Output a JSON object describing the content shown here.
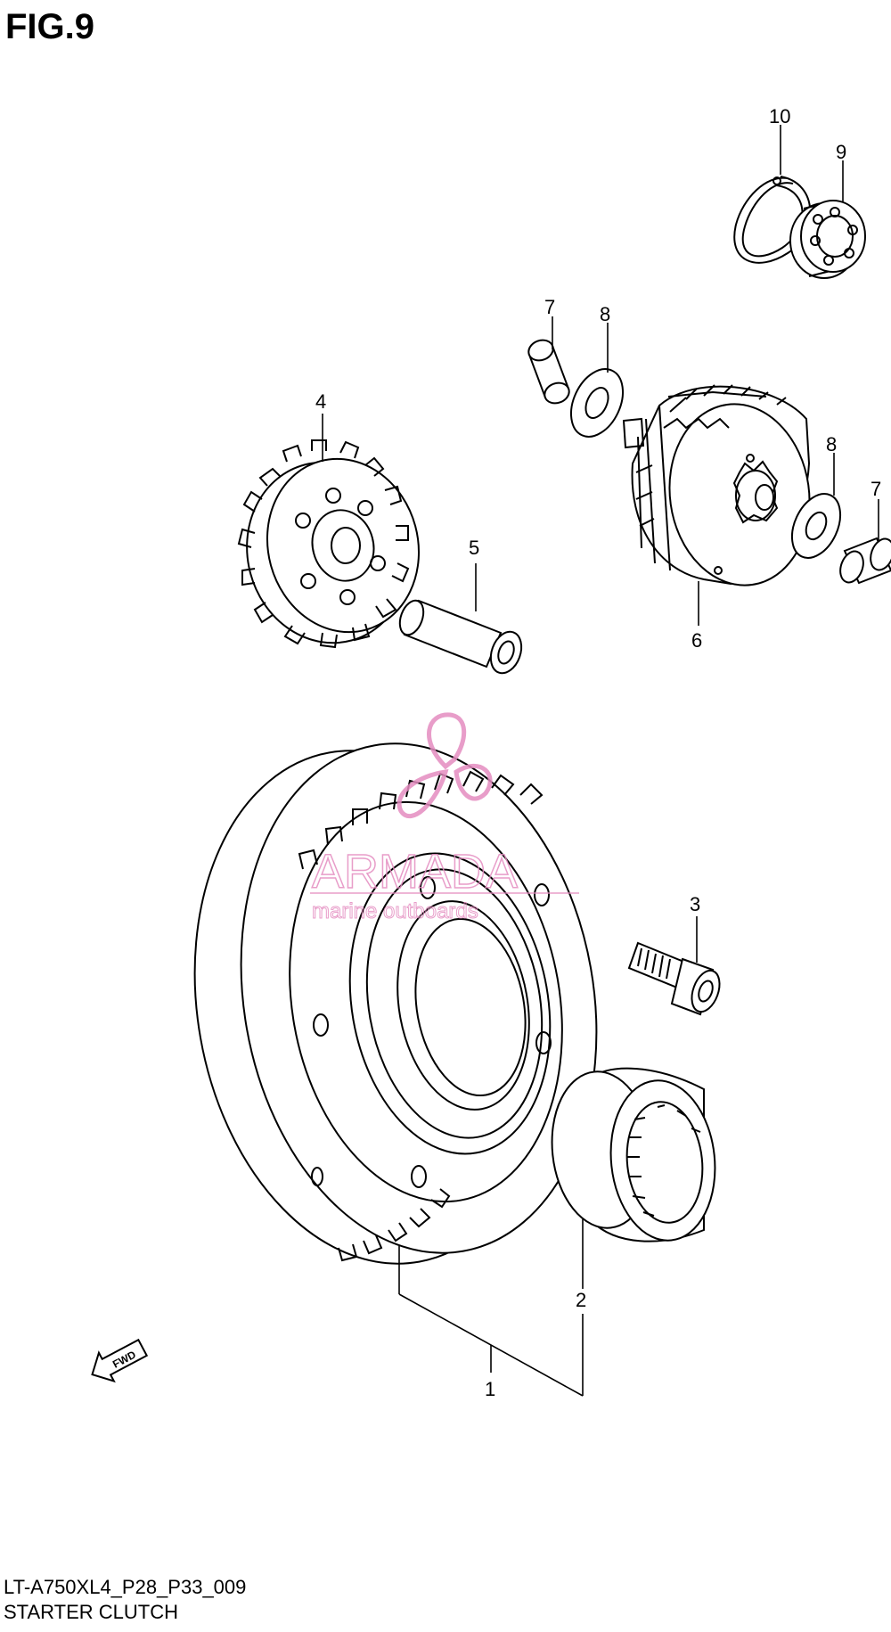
{
  "figure": {
    "title": "FIG.9"
  },
  "callouts": {
    "c1": "1",
    "c2": "2",
    "c3": "3",
    "c4": "4",
    "c5": "5",
    "c6": "6",
    "c7a": "7",
    "c7b": "7",
    "c8a": "8",
    "c8b": "8",
    "c9": "9",
    "c10": "10"
  },
  "direction_arrow": {
    "label": "FWD"
  },
  "watermark": {
    "brand": "ARMADA",
    "tagline": "marine outboards",
    "color": "#e48cc0"
  },
  "footer": {
    "code": "LT-A750XL4_P28_P33_009",
    "name": "STARTER CLUTCH"
  }
}
